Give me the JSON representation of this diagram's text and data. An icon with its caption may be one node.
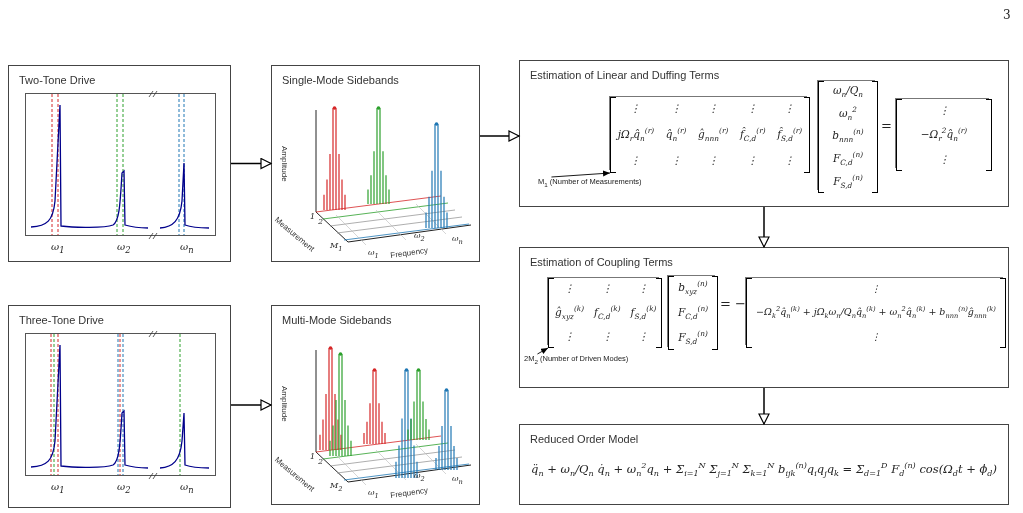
{
  "diagram": {
    "nodes": [
      {
        "text": [
          "Two-Tone Drive",
          "ω$_{1}$",
          "ω$_{2}$",
          "ω$_{n}$"
        ]
      },
      {
        "text": [
          "Single-Mode Sidebands",
          "Amplitude",
          "1",
          "2",
          "M$_{1}$",
          "Measurement",
          "ω$_{1}$",
          "ω$_{2}$",
          "Frequency",
          "ω$_{n}$"
        ]
      },
      {
        "text": [
          "Estimation of Linear and Duffing Terms"
        ]
      },
      {
        "text": [
          "⋮",
          "⋮",
          "⋮",
          "⋮",
          "⋮",
          "jΩ$_{r}$q̂$_{n}$$^{(r)}$",
          "q̂$_{n}$$^{(r)}$",
          "ĝ$_{nnn}$$^{(r)}$",
          "f̂$_{C,d}$$^{(r)}$",
          "f̂$_{S,d}$$^{(r)}$",
          "⋮",
          "⋮",
          "⋮",
          "⋮",
          "⋮"
        ],
        "in": 2
      },
      {
        "text": [
          "ω$_{n}$/Q$_{n}$",
          "ω$_{n}$$^{2}$",
          "b$_{nnn}$$^{(n)}$",
          "F$_{C,d}$$^{(n)}$",
          "F$_{S,d}$$^{(n)}$"
        ],
        "in": 2
      },
      {
        "text": [
          "⋮",
          "−Ω$_{r}$$^{2}$q̂$_{n}$$^{(r)}$",
          "⋮"
        ],
        "in": 2
      },
      {
        "text": [
          "M$_{1}$ (Number of Measurements)"
        ],
        "in": 2
      },
      {
        "text": [
          "Estimation of Coupling Terms"
        ]
      },
      {
        "text": [
          "⋮",
          "⋮",
          "⋮",
          "ĝ$_{xyz}$$^{(k)}$",
          "f$_{C,d}$$^{(k)}$",
          "f$_{S,d}$$^{(k)}$",
          "⋮",
          "⋮",
          "⋮"
        ],
        "in": 7
      },
      {
        "text": [
          "b$_{xyz}$$^{(n)}$",
          "F$_{C,d}$$^{(n)}$",
          "F$_{S,d}$$^{(n)}$"
        ],
        "in": 7
      },
      {
        "text": [
          "⋮",
          "−Ω$_{k}$$^{2}$q̂$_{n}$$^{(k)}$ + jΩ$_{k}$ω$_{n}$/Q$_{n}$q̂$_{n}$$^{(k)}$ + ω$_{n}$$^{2}$q̂$_{n}$$^{(k)}$ + b$_{nnn}$$^{(n)}$ĝ$_{nnn}$$^{(k)}$",
          "⋮"
        ],
        "in": 7
      },
      {
        "text": [
          "2M$_{2}$ (Number of Driven Modes)"
        ],
        "in": 7
      },
      {
        "text": [
          "Three-Tone Drive",
          "ω$_{1}$",
          "ω$_{2}$",
          "ω$_{n}$"
        ]
      },
      {
        "text": [
          "Multi-Mode Sidebands",
          "Amplitude",
          "1",
          "2",
          "M$_{2}$",
          "Measurement",
          "ω$_{1}$",
          "ω$_{2}$",
          "Frequency",
          "ω$_{n}$"
        ]
      },
      {
        "text": [
          "Reduced Order Model",
          "q̈$_{n}$ + ω$_{n}$/Q$_{n}$ q̇$_{n}$ + ω$_{n}$$^{2}$q$_{n}$ + Σ$_{i=1}$$^{N}$ Σ$_{j=1}$$^{N}$ Σ$_{k=1}$$^{N}$ b$_{ijk}$$^{(n)}$q$_{i}$q$_{j}$q$_{k}$ = Σ$_{d=1}$$^{D}$ F$_{d}$$^{(n)}$ cos(Ω$_{d}$t + ϕ$_{d}$)"
        ]
      }
    ],
    "edges": [
      {
        "from": 0,
        "to": 1,
        "arrow": "to"
      },
      {
        "from": 1,
        "to": 2,
        "arrow": "to"
      },
      {
        "from": 2,
        "to": 7,
        "arrow": "to"
      },
      {
        "from": 6,
        "to": 3,
        "arrow": "to"
      },
      {
        "from": 11,
        "to": 8,
        "arrow": "to"
      },
      {
        "from": 12,
        "to": 13,
        "arrow": "to"
      },
      {
        "from": 7,
        "to": 14,
        "arrow": "to"
      }
    ],
    "labels": [
      "3",
      "=",
      "= −"
    ]
  }
}
